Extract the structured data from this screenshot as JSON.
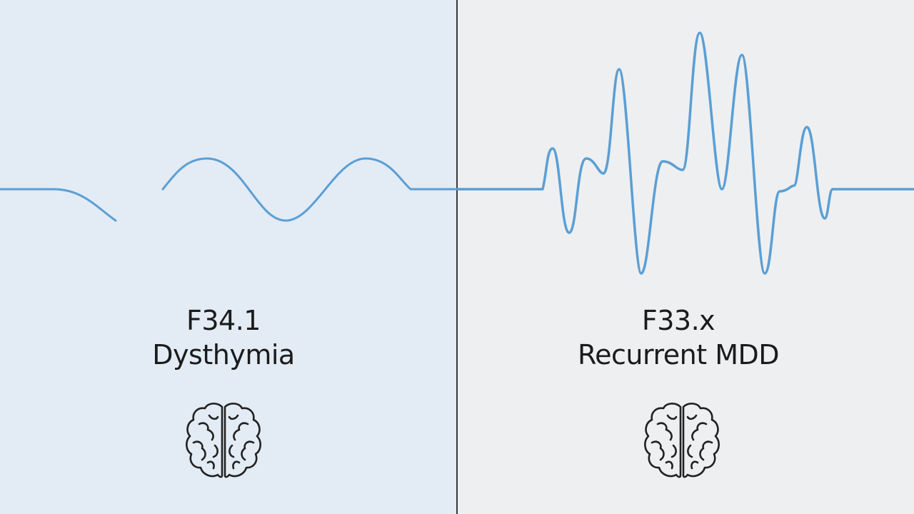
{
  "colors": {
    "left_background": "#e3ebf4",
    "right_background": "#eeeff1",
    "divider": "#3a3a3a",
    "wave": "#5a9fd4",
    "text": "#1b1b1b",
    "icon": "#222222"
  },
  "panels": {
    "left": {
      "code": "F34.1",
      "name": "Dysthymia",
      "icon": "brain-icon"
    },
    "right": {
      "code": "F33.x",
      "name": "Recurrent MDD",
      "icon": "brain-icon"
    }
  }
}
